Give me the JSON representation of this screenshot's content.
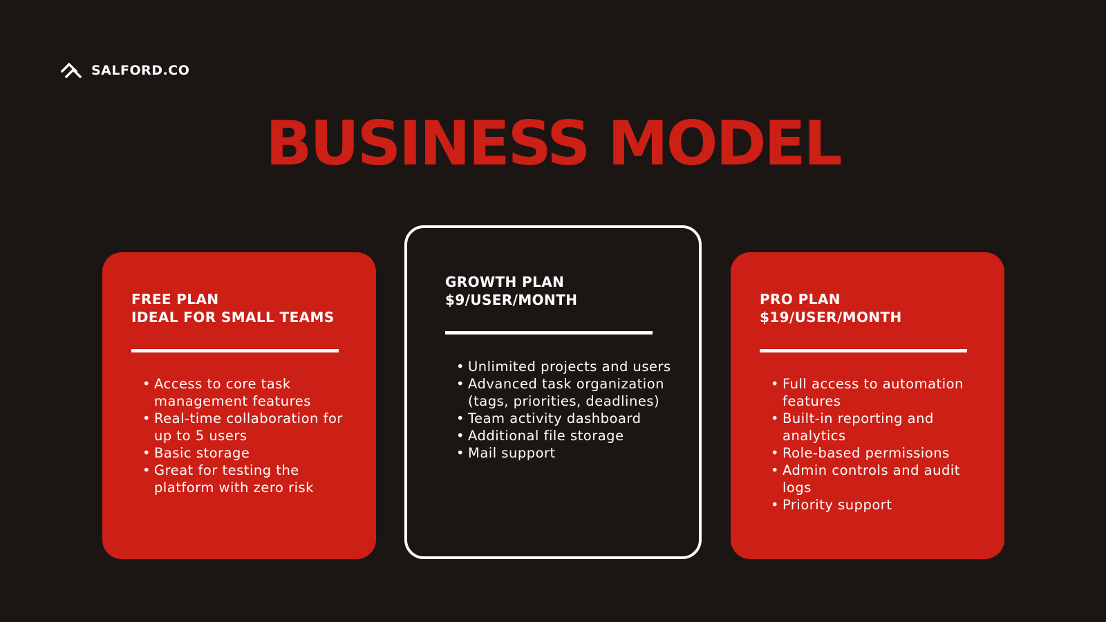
{
  "brand": {
    "name": "SALFORD.CO",
    "logo_icon": "chevron-stack-logo-icon"
  },
  "title": "BUSINESS MODEL",
  "colors": {
    "background": "#1b1514",
    "accent_red": "#cc1f16",
    "text": "#ffffff"
  },
  "plans": [
    {
      "heading_line1": "FREE PLAN",
      "heading_line2": "IDEAL FOR SMALL TEAMS",
      "features": [
        "Access to core task management features",
        "Real-time collaboration for up to 5 users",
        "Basic storage",
        "Great for testing the platform with zero risk"
      ]
    },
    {
      "heading_line1": "GROWTH PLAN",
      "heading_line2": "$9/USER/MONTH",
      "features": [
        "Unlimited projects and users",
        "Advanced task organization (tags, priorities, deadlines)",
        "Team activity dashboard",
        "Additional file storage",
        "Mail support"
      ]
    },
    {
      "heading_line1": "PRO PLAN",
      "heading_line2": "$19/USER/MONTH",
      "features": [
        "Full access to automation features",
        "Built-in reporting and analytics",
        "Role-based permissions",
        "Admin controls and audit logs",
        "Priority support"
      ]
    }
  ]
}
